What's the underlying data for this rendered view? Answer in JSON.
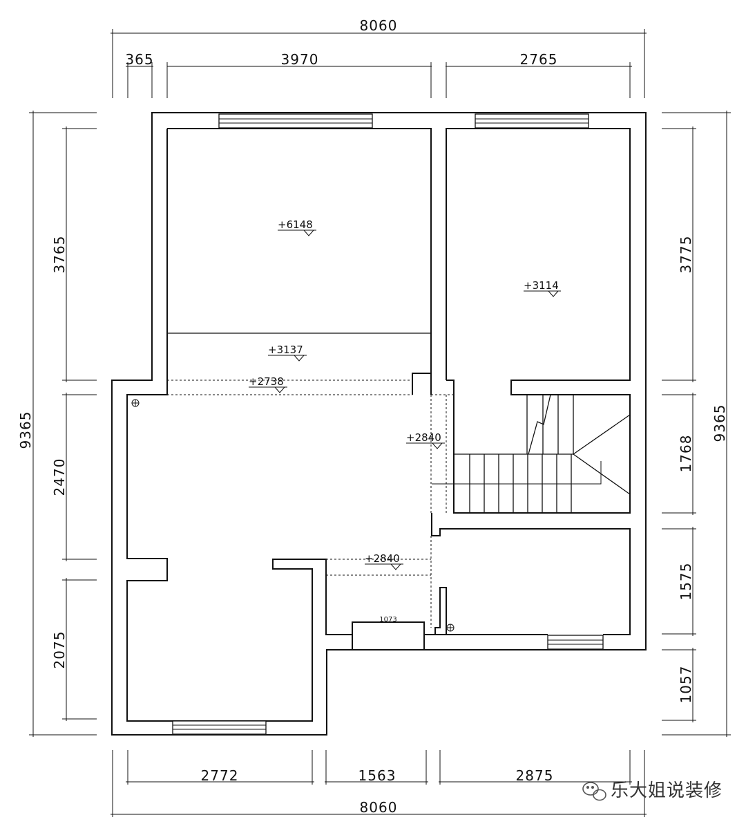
{
  "dimensions": {
    "top_total": "8060",
    "top_a": "365",
    "top_b": "3970",
    "top_c": "2765",
    "bottom_a": "2772",
    "bottom_b": "1563",
    "bottom_c": "2875",
    "bottom_total": "8060",
    "left_total": "9365",
    "left_a": "3765",
    "left_b": "2470",
    "left_c": "2075",
    "right_total": "9365",
    "right_a": "3775",
    "right_b": "1768",
    "right_c": "1575",
    "right_d": "1057"
  },
  "levels": {
    "l1": "+6148",
    "l2": "+3114",
    "l3": "+3137",
    "l4": "+2738",
    "l5": "+2840",
    "l6": "+2840"
  },
  "openings": {
    "door_width": "1073"
  },
  "watermark": {
    "text": "乐大姐说装修"
  }
}
